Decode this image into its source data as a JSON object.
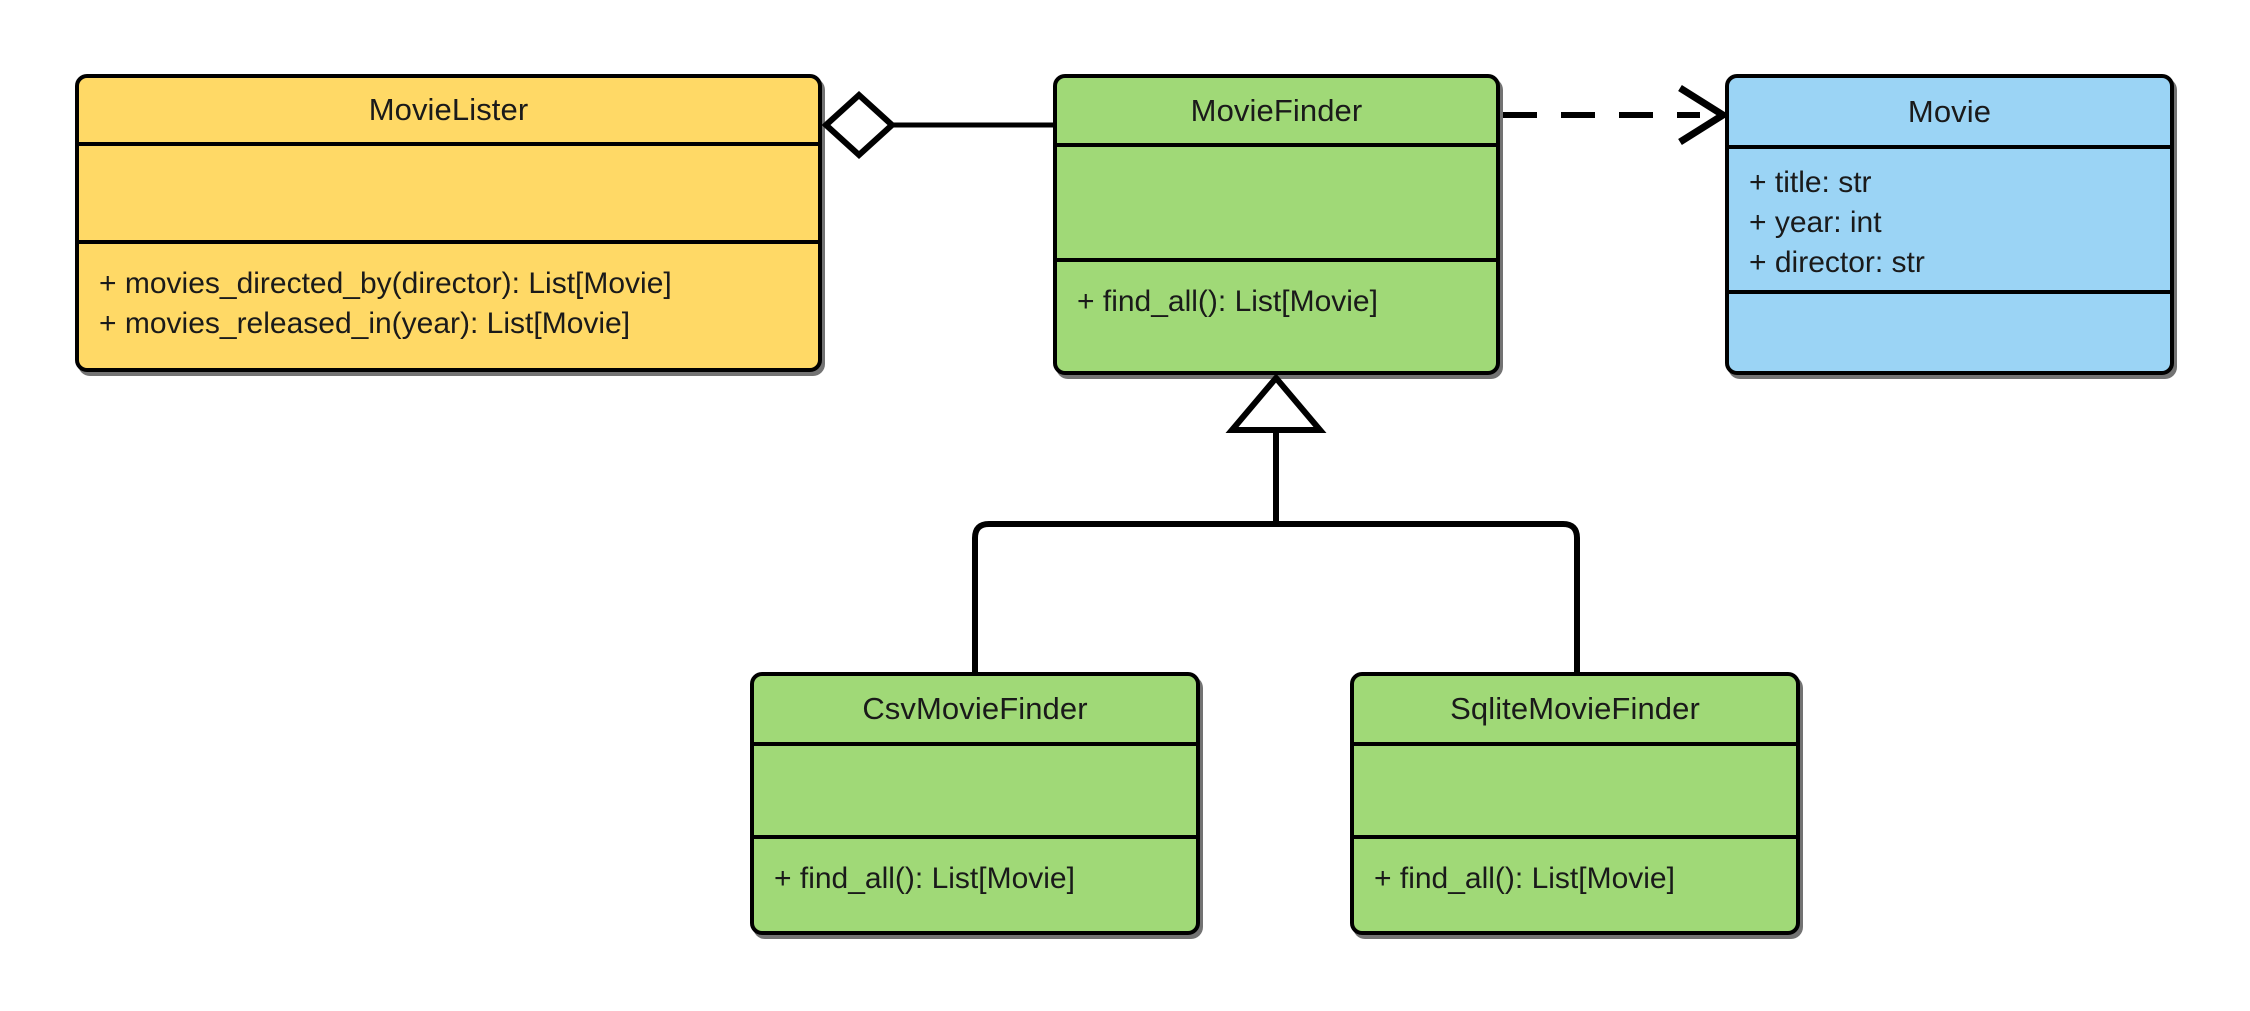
{
  "diagram": {
    "type": "uml-class-diagram",
    "title": "",
    "background": "#ffffff",
    "line_color": "#000000",
    "palette": {
      "yellow": "#FFD966",
      "green": "#A0D977",
      "blue": "#9BD4F5",
      "stroke": "#000000"
    },
    "classes": [
      {
        "id": "movie-lister",
        "name": "MovieLister",
        "fill": "#FFD966",
        "attributes": [],
        "methods": [
          "+ movies_directed_by(director): List[Movie]",
          "+ movies_released_in(year): List[Movie]"
        ]
      },
      {
        "id": "movie-finder",
        "name": "MovieFinder",
        "fill": "#A0D977",
        "attributes": [],
        "methods": [
          "+ find_all(): List[Movie]"
        ]
      },
      {
        "id": "movie",
        "name": "Movie",
        "fill": "#9BD4F5",
        "attributes": [
          "+ title: str",
          "+ year: int",
          "+ director: str"
        ],
        "methods": []
      },
      {
        "id": "csv-movie-finder",
        "name": "CsvMovieFinder",
        "fill": "#A0D977",
        "attributes": [],
        "methods": [
          "+ find_all(): List[Movie]"
        ]
      },
      {
        "id": "sqlite-movie-finder",
        "name": "SqliteMovieFinder",
        "fill": "#A0D977",
        "attributes": [],
        "methods": [
          "+ find_all(): List[Movie]"
        ]
      }
    ],
    "relationships": [
      {
        "id": "aggregation-lister-finder",
        "kind": "aggregation",
        "from": "MovieLister",
        "to": "MovieFinder",
        "marker": "hollow-diamond",
        "style": "solid",
        "label": ""
      },
      {
        "id": "dependency-finder-movie",
        "kind": "dependency",
        "from": "MovieFinder",
        "to": "Movie",
        "marker": "open-arrow",
        "style": "dashed",
        "label": ""
      },
      {
        "id": "generalization-csv-finder",
        "kind": "generalization",
        "from": "CsvMovieFinder",
        "to": "MovieFinder",
        "marker": "hollow-triangle",
        "style": "solid",
        "label": ""
      },
      {
        "id": "generalization-sqlite-finder",
        "kind": "generalization",
        "from": "SqliteMovieFinder",
        "to": "MovieFinder",
        "marker": "hollow-triangle",
        "style": "solid",
        "label": ""
      }
    ]
  }
}
